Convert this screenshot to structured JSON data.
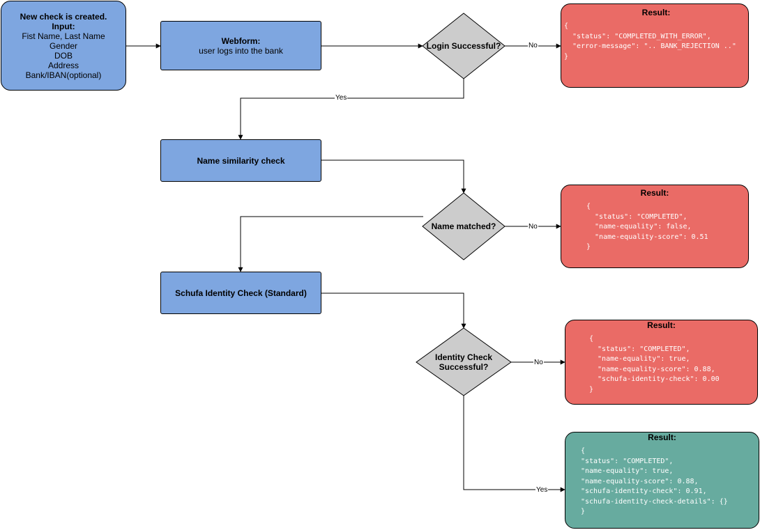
{
  "nodes": {
    "start": {
      "title": "New check is created.",
      "input_title": "Input:",
      "fields": [
        "Fist Name, Last Name",
        "Gender",
        "DOB",
        "Address",
        "Bank/IBAN(optional)"
      ]
    },
    "webform": {
      "title": "Webform:",
      "subtitle": "user logs into the bank"
    },
    "login_decision": {
      "label": "Login Successful?"
    },
    "name_check": {
      "label": "Name similarity check"
    },
    "name_decision": {
      "label": "Name matched?"
    },
    "schufa_check": {
      "label": "Schufa Identity Check (Standard)"
    },
    "identity_decision": {
      "label": "Identity Check Successful?"
    },
    "result1": {
      "title": "Result:",
      "json_lines": [
        "{",
        "  \"status\": \"COMPLETED_WITH_ERROR\",",
        "  \"error-message\": \".. BANK_REJECTION ..\"",
        "",
        "}"
      ]
    },
    "result2": {
      "title": "Result:",
      "json_lines": [
        "{",
        "  \"status\": \"COMPLETED\",",
        "  \"name-equality\": false,",
        "  \"name-equality-score\": 0.51",
        "}"
      ]
    },
    "result3": {
      "title": "Result:",
      "json_lines": [
        "{",
        "  \"status\": \"COMPLETED\",",
        "  \"name-equality\": true,",
        "  \"name-equality-score\": 0.88,",
        "  \"schufa-identity-check\": 0.00",
        "}"
      ]
    },
    "result4": {
      "title": "Result:",
      "json_lines": [
        "{",
        "\"status\": \"COMPLETED\",",
        "\"name-equality\": true,",
        "\"name-equality-score\": 0.88,",
        "\"schufa-identity-check\": 0.91,",
        "\"schufa-identity-check-details\": {}",
        "}"
      ]
    }
  },
  "edge_labels": {
    "login_no": "No",
    "login_yes": "Yes",
    "name_no": "No",
    "identity_no": "No",
    "identity_yes": "Yes"
  },
  "colors": {
    "process_fill": "#7ea6e0",
    "decision_fill": "#cccccc",
    "error_fill": "#ea6b66",
    "success_fill": "#67ab9f"
  }
}
